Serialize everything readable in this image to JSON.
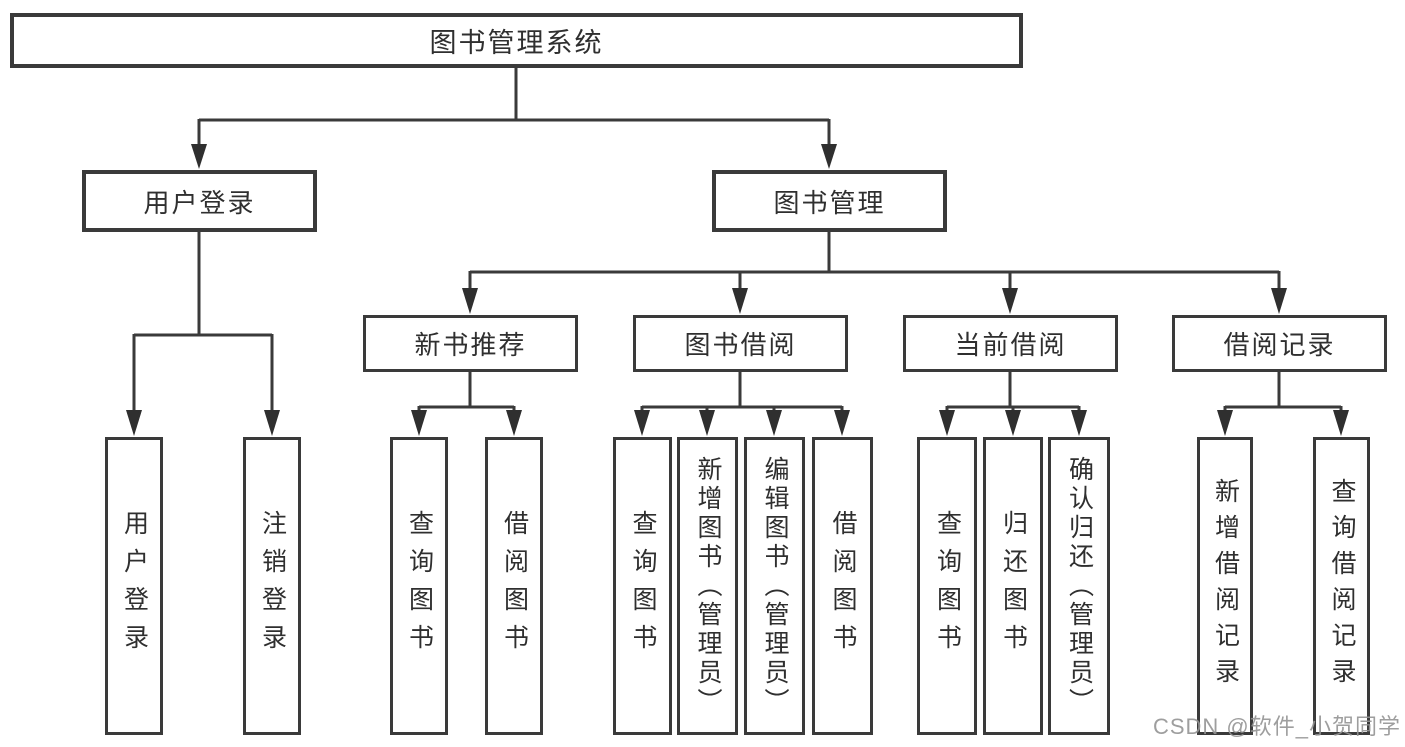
{
  "diagram_type": "hierarchy",
  "colors": {
    "background": "#ffffff",
    "box_border": "#3a3a3a",
    "connector_line": "#3a3a3a",
    "text": "#2f2f2f",
    "watermark": "#949494"
  },
  "tree": {
    "label": "图书管理系统",
    "children": [
      {
        "label": "用户登录",
        "children": [
          {
            "label": "用户登录"
          },
          {
            "label": "注销登录"
          }
        ]
      },
      {
        "label": "图书管理",
        "children": [
          {
            "label": "新书推荐",
            "children": [
              {
                "label": "查询图书"
              },
              {
                "label": "借阅图书"
              }
            ]
          },
          {
            "label": "图书借阅",
            "children": [
              {
                "label": "查询图书"
              },
              {
                "label": "新增图书（管理员）"
              },
              {
                "label": "编辑图书（管理员）"
              },
              {
                "label": "借阅图书"
              }
            ]
          },
          {
            "label": "当前借阅",
            "children": [
              {
                "label": "查询图书"
              },
              {
                "label": "归还图书"
              },
              {
                "label": "确认归还（管理员）"
              }
            ]
          },
          {
            "label": "借阅记录",
            "children": [
              {
                "label": "新增借阅记录"
              },
              {
                "label": "查询借阅记录"
              }
            ]
          }
        ]
      }
    ]
  },
  "watermark": {
    "text": "CSDN @软件_小贺同学"
  }
}
